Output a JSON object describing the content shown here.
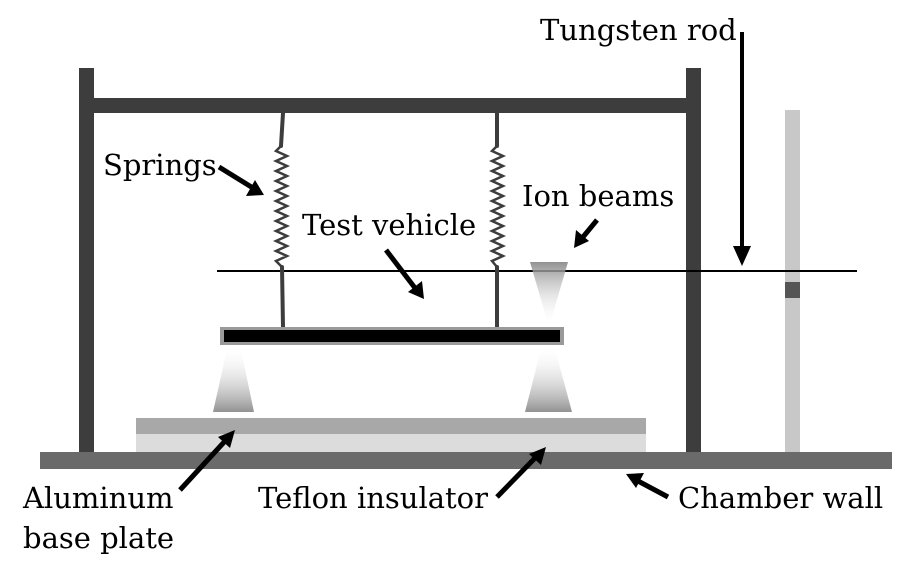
{
  "labels": {
    "tungsten_rod": "Tungsten rod",
    "springs": "Springs",
    "ion_beams": "Ion beams",
    "test_vehicle": "Test vehicle",
    "aluminum_base_plate_line1": "Aluminum",
    "aluminum_base_plate_line2": "base plate",
    "teflon_insulator": "Teflon insulator",
    "chamber_wall": "Chamber wall"
  },
  "colors": {
    "frame": "#3d3d3d",
    "chamber_wall": "#6a6a6a",
    "aluminum_plate": "#a8a8a8",
    "teflon": "#dcdcdc",
    "tungsten_rod_pole": "#c8c8c8",
    "vehicle": "#000000",
    "vehicle_border": "#9a9a9a",
    "spring": "#3d3d3d",
    "beam": "#999999"
  }
}
